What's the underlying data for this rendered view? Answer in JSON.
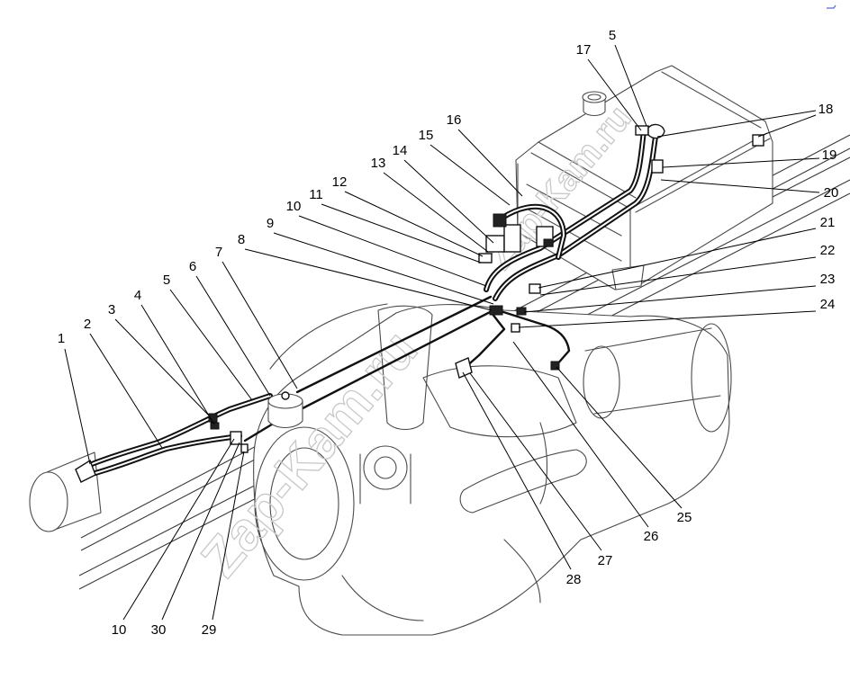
{
  "watermark": "Zap-Kam.ru",
  "colors": {
    "ink": "#000000",
    "callout_1": "#8a8a8a",
    "watermark": "#c8c8c8"
  },
  "callouts": [
    "1",
    "2",
    "3",
    "4",
    "5",
    "6",
    "7",
    "8",
    "9",
    "10",
    "11",
    "12",
    "13",
    "14",
    "15",
    "16",
    "17",
    "5",
    "18",
    "19",
    "20",
    "21",
    "22",
    "23",
    "24",
    "25",
    "26",
    "27",
    "28",
    "10",
    "30",
    "29"
  ]
}
